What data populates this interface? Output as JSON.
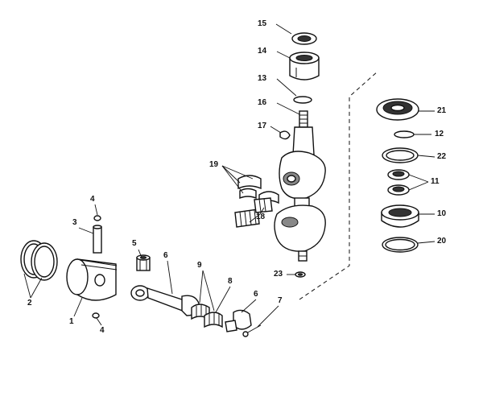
{
  "callouts": [
    {
      "id": "c15",
      "text": "15"
    },
    {
      "id": "c14",
      "text": "14"
    },
    {
      "id": "c13",
      "text": "13"
    },
    {
      "id": "c16",
      "text": "16"
    },
    {
      "id": "c17",
      "text": "17"
    },
    {
      "id": "c19",
      "text": "19"
    },
    {
      "id": "c18",
      "text": "18"
    },
    {
      "id": "c23",
      "text": "23"
    },
    {
      "id": "c21",
      "text": "21"
    },
    {
      "id": "c12",
      "text": "12"
    },
    {
      "id": "c22",
      "text": "22"
    },
    {
      "id": "c11",
      "text": "11"
    },
    {
      "id": "c10",
      "text": "10"
    },
    {
      "id": "c20",
      "text": "20"
    },
    {
      "id": "c4a",
      "text": "4"
    },
    {
      "id": "c3",
      "text": "3"
    },
    {
      "id": "c2",
      "text": "2"
    },
    {
      "id": "c1",
      "text": "1"
    },
    {
      "id": "c4b",
      "text": "4"
    },
    {
      "id": "c5",
      "text": "5"
    },
    {
      "id": "c6a",
      "text": "6"
    },
    {
      "id": "c9",
      "text": "9"
    },
    {
      "id": "c8",
      "text": "8"
    },
    {
      "id": "c6b",
      "text": "6"
    },
    {
      "id": "c7",
      "text": "7"
    }
  ]
}
